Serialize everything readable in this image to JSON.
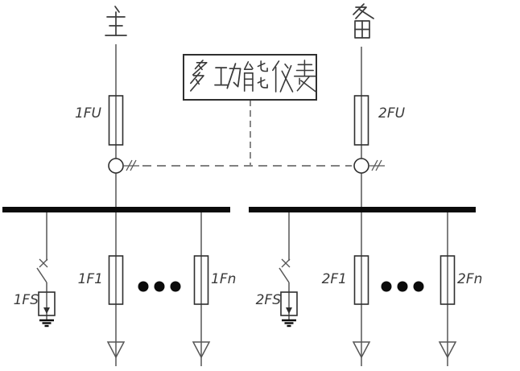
{
  "meter": {
    "label": "多功能仪表"
  },
  "feeders": {
    "main": {
      "source_label": "主",
      "fuse_label": "1FU"
    },
    "backup": {
      "source_label": "备",
      "fuse_label": "2FU"
    }
  },
  "left_section": {
    "arrester_label": "1FS",
    "first_feeder_label": "1F1",
    "last_feeder_label": "1Fn",
    "ellipsis_dot_count": 3
  },
  "right_section": {
    "arrester_label": "2FS",
    "first_feeder_label": "2F1",
    "last_feeder_label": "2Fn",
    "ellipsis_dot_count": 3
  },
  "colors": {
    "line": "#565656",
    "symbol": "#2f2f2f",
    "bus": "#0b0b0b",
    "text": "#3a3a3a",
    "background": "#ffffff"
  }
}
